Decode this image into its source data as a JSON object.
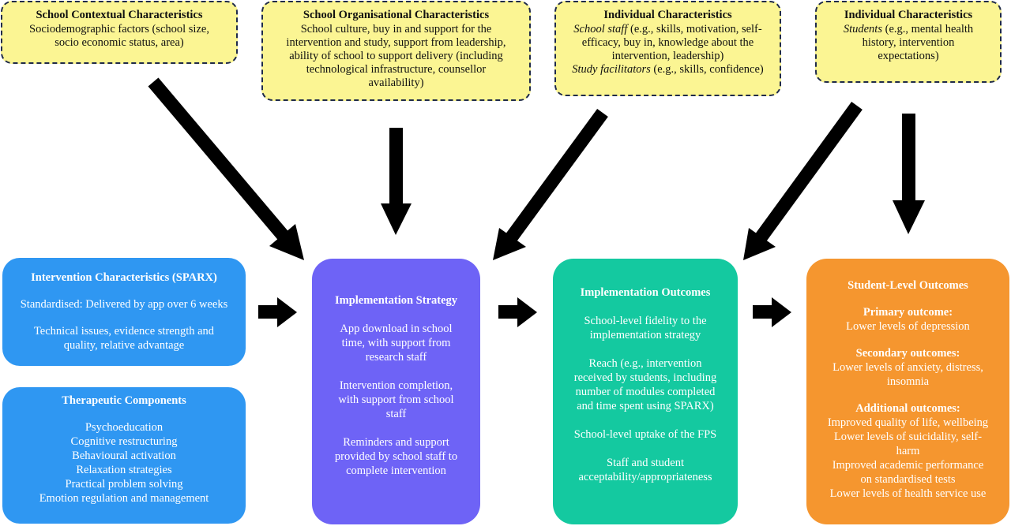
{
  "top_boxes": {
    "school_contextual": {
      "title": "School Contextual Characteristics",
      "lines": [
        "Sociodemographic factors (school size,",
        "socio economic status, area)"
      ]
    },
    "school_organisational": {
      "title": "School Organisational Characteristics",
      "lines": [
        "School culture, buy in and support for the",
        "intervention and study, support from leadership,",
        "ability of school to support delivery (including",
        "technological infrastructure, counsellor",
        "availability)"
      ]
    },
    "individual_staff": {
      "title": "Individual Characteristics",
      "staff_label": "School staff",
      "staff_line1_rest": " (e.g., skills, motivation, self-",
      "staff_lines": [
        "efficacy, buy in, knowledge about the",
        "intervention, leadership)"
      ],
      "facilitators_label": "Study facilitators",
      "facilitators_rest": " (e.g., skills, confidence)"
    },
    "individual_students": {
      "title": "Individual Characteristics",
      "students_label": "Students",
      "students_line1_rest": " (e.g., mental health",
      "lines": [
        "history, intervention",
        "expectations)"
      ]
    }
  },
  "intervention": {
    "title": "Intervention Characteristics (SPARX)",
    "para1": "Standardised: Delivered by app over 6 weeks",
    "para2_lines": [
      "Technical issues, evidence strength and",
      "quality, relative advantage"
    ]
  },
  "therapeutic": {
    "title": "Therapeutic Components",
    "items": [
      "Psychoeducation",
      "Cognitive restructuring",
      "Behavioural activation",
      "Relaxation strategies",
      "Practical problem solving",
      "Emotion regulation and management"
    ]
  },
  "strategy": {
    "title": "Implementation Strategy",
    "p1": [
      "App download in school",
      "time, with support from",
      "research staff"
    ],
    "p2": [
      "Intervention completion,",
      "with support from school",
      "staff"
    ],
    "p3": [
      "Reminders and support",
      "provided by school staff to",
      "complete intervention"
    ]
  },
  "impl_outcomes": {
    "title": "Implementation Outcomes",
    "p1": [
      "School-level fidelity to the",
      "implementation strategy"
    ],
    "p2": [
      "Reach (e.g., intervention",
      "received by students, including",
      "number of modules completed",
      "and time spent using SPARX)"
    ],
    "p3": [
      "School-level uptake of the FPS"
    ],
    "p4": [
      "Staff and student",
      "acceptability/appropriateness"
    ]
  },
  "student_outcomes": {
    "title": "Student-Level Outcomes",
    "primary_title": "Primary outcome:",
    "primary": [
      "Lower levels of depression"
    ],
    "secondary_title": "Secondary outcomes:",
    "secondary": [
      "Lower levels of anxiety, distress,",
      "insomnia"
    ],
    "additional_title": "Additional outcomes:",
    "additional": [
      "Improved quality of life, wellbeing",
      "Lower levels of suicidality, self-",
      "harm",
      "Improved academic performance",
      "on standardised tests",
      "Lower levels of health service use"
    ]
  },
  "colors": {
    "yellow": "#fbf593",
    "blue": "#2f97f2",
    "purple": "#6e63f6",
    "teal": "#14c9a0",
    "orange": "#f5962f",
    "arrow": "#000000"
  }
}
